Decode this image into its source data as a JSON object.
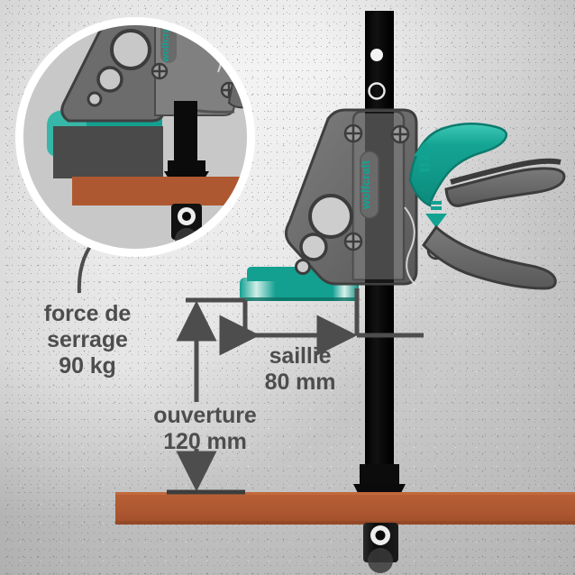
{
  "product": {
    "brand": "wolfcraft",
    "name": "clamp-diagram"
  },
  "annotations": {
    "force": {
      "line1": "force de",
      "line2": "serrage",
      "line3": "90 kg",
      "value": "90",
      "unit": "kg"
    },
    "ouverture": {
      "line1": "ouverture",
      "line2": "120 mm",
      "value": "120",
      "unit": "mm"
    },
    "saillie": {
      "line1": "saillie",
      "line2": "80 mm",
      "value": "80",
      "unit": "mm"
    }
  },
  "colors": {
    "background": "#cdcdcd",
    "teal": "#13a090",
    "teal_dark": "#0d7d70",
    "body_gray": "#6e6e6e",
    "body_gray_dark": "#4a4a4a",
    "body_gray_light": "#8a8a8a",
    "black_bar": "#0b0b0b",
    "board_brown": "#b0592f",
    "text_gray": "#4d4d4d",
    "inset_fill": "#c8c8c8",
    "inset_border": "#ffffff",
    "workpiece": "#4a4a4a"
  },
  "icons": {
    "arrow_up": "arrow-up-icon",
    "arrow_down": "arrow-down-icon",
    "callout_arrow": "curved-callout-arrow-icon",
    "dimension_vertical": "vertical-dimension-arrow-icon",
    "dimension_horizontal": "horizontal-dimension-arrow-icon"
  },
  "inset": {
    "title": "clamping-detail-closeup"
  }
}
